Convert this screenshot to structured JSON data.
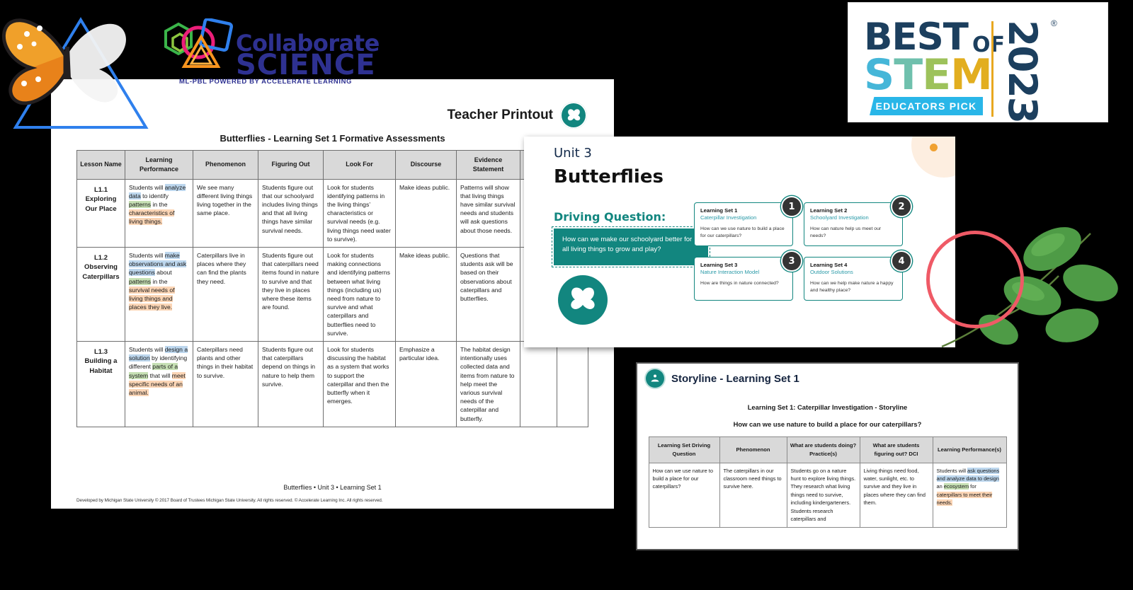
{
  "logo": {
    "word1": "Collaborate",
    "word2": "SCIENCE",
    "tagline": "ML-PBL POWERED BY ACCELERATE LEARNING"
  },
  "badge": {
    "best": "BEST",
    "of": "OF",
    "stem_letters": [
      "S",
      "T",
      "E",
      "M"
    ],
    "pick": "EDUCATORS PICK",
    "year": "2023",
    "registered": "®",
    "colors": {
      "navy": "#1c3f5e",
      "s": "#45b6d8",
      "t": "#6fc0ad",
      "e": "#9dc25b",
      "m": "#e2ae1f",
      "pick_bg": "#29b6e8",
      "rule": "#e8a820"
    }
  },
  "printout": {
    "header_title": "Teacher Printout",
    "subtitle": "Butterflies - Learning Set 1 Formative Assessments",
    "columns": [
      "Lesson Name",
      "Learning Performance",
      "Phenomenon",
      "Figuring Out",
      "Look For",
      "Discourse",
      "Evidence Statement"
    ],
    "rows": [
      {
        "lesson": "L1.1 Exploring Our Place",
        "learning_performance": [
          {
            "t": "Students will ",
            "hl": ""
          },
          {
            "t": "analyze data",
            "hl": "blue"
          },
          {
            "t": " to identify ",
            "hl": ""
          },
          {
            "t": "patterns",
            "hl": "green"
          },
          {
            "t": " in the ",
            "hl": ""
          },
          {
            "t": "characteristics of living things.",
            "hl": "orange"
          }
        ],
        "phenomenon": "We see many different living things living together in the same place.",
        "figuring_out": "Students figure out that our schoolyard includes living things and that all living things have similar survival needs.",
        "look_for": "Look for students identifying patterns in the living things’ characteristics or survival needs (e.g. living things need water to survive).",
        "discourse": "Make ideas public.",
        "evidence_statement": "Patterns will show that living things have similar survival needs and students will ask questions about those needs."
      },
      {
        "lesson": "L1.2 Observing Caterpillars",
        "learning_performance": [
          {
            "t": "Students will ",
            "hl": ""
          },
          {
            "t": "make observations and ask questions",
            "hl": "blue"
          },
          {
            "t": " about ",
            "hl": ""
          },
          {
            "t": "patterns",
            "hl": "green"
          },
          {
            "t": " in the ",
            "hl": ""
          },
          {
            "t": "survival needs of living things and places they live.",
            "hl": "orange"
          }
        ],
        "phenomenon": "Caterpillars live in places where they can find the plants they need.",
        "figuring_out": "Students figure out that caterpillars need items found in nature to survive and that they live in places where these items are found.",
        "look_for": "Look for students making connections and identifying patterns between what living things (including us) need from nature to survive and what caterpillars and butterflies need to survive.",
        "discourse": "Make ideas public.",
        "evidence_statement": "Questions that students ask will be based on their observations about caterpillars and butterflies."
      },
      {
        "lesson": "L1.3 Building a Habitat",
        "learning_performance": [
          {
            "t": "Students will ",
            "hl": ""
          },
          {
            "t": "design a solution",
            "hl": "blue"
          },
          {
            "t": " by identifying different ",
            "hl": ""
          },
          {
            "t": "parts of a system",
            "hl": "green"
          },
          {
            "t": " that will ",
            "hl": ""
          },
          {
            "t": "meet specific needs of an animal.",
            "hl": "orange"
          }
        ],
        "phenomenon": "Caterpillars need plants and other things in their habitat to survive.",
        "figuring_out": "Students figure out that caterpillars depend on things in nature to help them survive.",
        "look_for": "Look for students discussing the habitat as a system that works to support the caterpillar and then the butterfly when it emerges.",
        "discourse": "Emphasize a particular idea.",
        "evidence_statement": "The habitat design intentionally uses collected data and items from nature to help meet the various survival needs of the caterpillar and butterfly."
      }
    ],
    "footer_line": "Butterflies • Unit 3 • Learning Set 1",
    "copyright": "Developed by Michigan State University © 2017 Board of Trustees Michigan State University. All rights reserved. © Accelerate Learning Inc. All rights reserved."
  },
  "unit_slide": {
    "unit_label": "Unit 3",
    "title": "Butterflies",
    "driving_question_label": "Driving Question:",
    "driving_question": "How can we make our schoolyard better for all living things to grow and play?",
    "learning_sets": [
      {
        "num": "1",
        "name": "Learning Set 1",
        "subtitle": "Caterpillar Investigation",
        "question": "How can we use nature to build a place for our caterpillars?"
      },
      {
        "num": "2",
        "name": "Learning Set 2",
        "subtitle": "Schoolyard Investigation",
        "question": "How can nature help us meet our needs?"
      },
      {
        "num": "3",
        "name": "Learning Set 3",
        "subtitle": "Nature Interaction Model",
        "question": "How are things in nature connected?"
      },
      {
        "num": "4",
        "name": "Learning Set 4",
        "subtitle": "Outdoor Solutions",
        "question": "How can we help make nature a happy and healthy place?"
      }
    ]
  },
  "storyline": {
    "header": "Storyline - Learning Set 1",
    "title_line": "Learning Set 1: Caterpillar Investigation - Storyline",
    "question_line": "How can we use nature to build a place for our caterpillars?",
    "columns": [
      "Learning Set Driving Question",
      "Phenomenon",
      "What are students doing? Practice(s)",
      "What are students figuring out? DCI",
      "Learning Performance(s)"
    ],
    "row": {
      "driving_question": "How can we use nature to build a place for our caterpillars?",
      "phenomenon": "The caterpillars in our classroom need things to survive here.",
      "practices": "Students go on a nature hunt to explore living things. They research what living things need to survive, including kindergarteners. Students research caterpillars and",
      "dci": "Living things need food, water, sunlight, etc. to survive and they live in places where they can find them.",
      "learning_performance": [
        {
          "t": "Students will ",
          "hl": ""
        },
        {
          "t": "ask questions and analyze data to design",
          "hl": "blue"
        },
        {
          "t": " an ",
          "hl": ""
        },
        {
          "t": "ecosystem",
          "hl": "green"
        },
        {
          "t": " for ",
          "hl": ""
        },
        {
          "t": "caterpillars to meet their needs.",
          "hl": "orange"
        }
      ]
    }
  },
  "icons": {
    "butterfly": "butterfly-icon",
    "storyline": "storyline-icon"
  }
}
